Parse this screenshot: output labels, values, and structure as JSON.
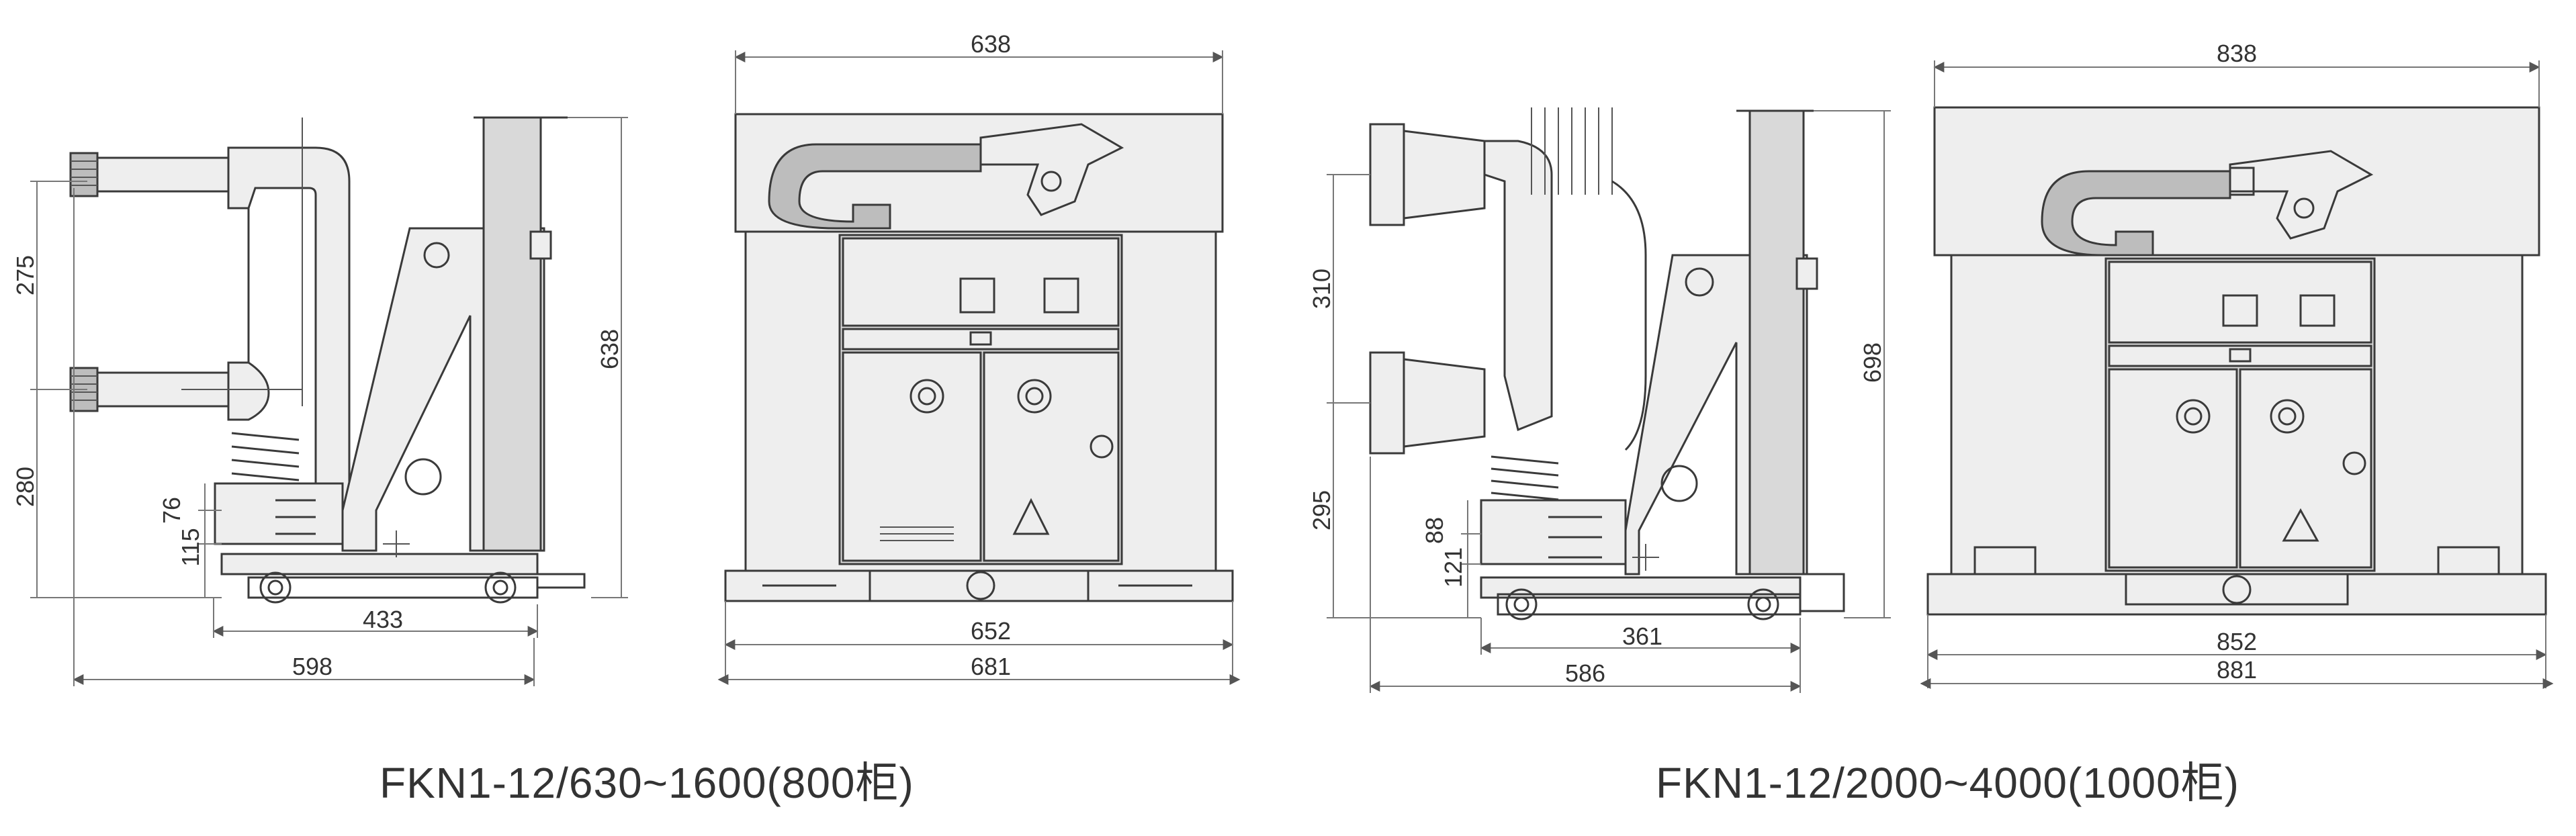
{
  "captions": {
    "left": "FKN1-12/630~1600(800柜)",
    "right": "FKN1-12/2000~4000(1000柜)"
  },
  "left_side": {
    "h_upper": "275",
    "h_lower": "280",
    "h_total": "638",
    "d_76": "76",
    "d_115": "115",
    "w_inner": "433",
    "w_total": "598"
  },
  "left_front": {
    "w_top": "638",
    "w_base": "652",
    "w_total": "681"
  },
  "right_side": {
    "h_upper": "310",
    "h_lower": "295",
    "h_total": "698",
    "d_88": "88",
    "d_121": "121",
    "w_inner": "361",
    "w_total": "586"
  },
  "right_front": {
    "w_top": "838",
    "w_base": "852",
    "w_total": "881"
  },
  "colors": {
    "line": "#3a3a3a",
    "panel": "#eeeeee",
    "dim": "#777777"
  }
}
